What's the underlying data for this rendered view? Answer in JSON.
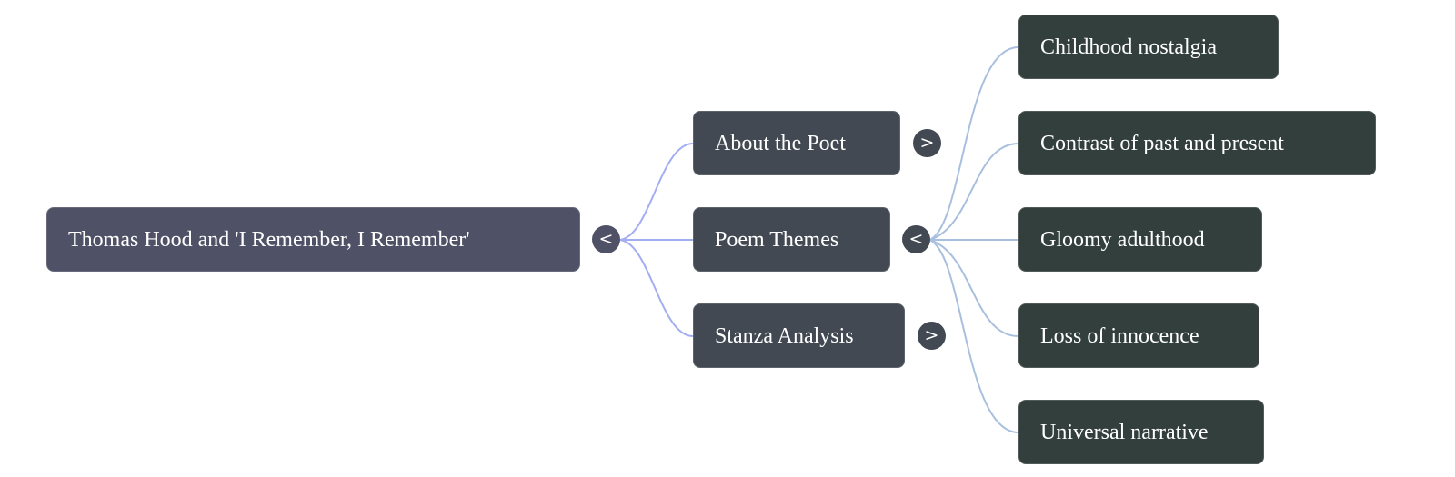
{
  "colors": {
    "root_node": "#4f5166",
    "level1_node": "#424952",
    "level2_node": "#333f3d",
    "root_edges": "#a3aef2",
    "theme_edges": "#a8c0de",
    "text": "#ffffff"
  },
  "root": {
    "label": "Thomas Hood and 'I Remember, I Remember'",
    "toggle": "<"
  },
  "branches": [
    {
      "label": "About the Poet",
      "toggle": ">",
      "expanded": false
    },
    {
      "label": "Poem Themes",
      "toggle": "<",
      "expanded": true,
      "children": [
        {
          "label": "Childhood nostalgia"
        },
        {
          "label": "Contrast of past and present"
        },
        {
          "label": "Gloomy adulthood"
        },
        {
          "label": "Loss of innocence"
        },
        {
          "label": "Universal narrative"
        }
      ]
    },
    {
      "label": "Stanza Analysis",
      "toggle": ">",
      "expanded": false
    }
  ]
}
